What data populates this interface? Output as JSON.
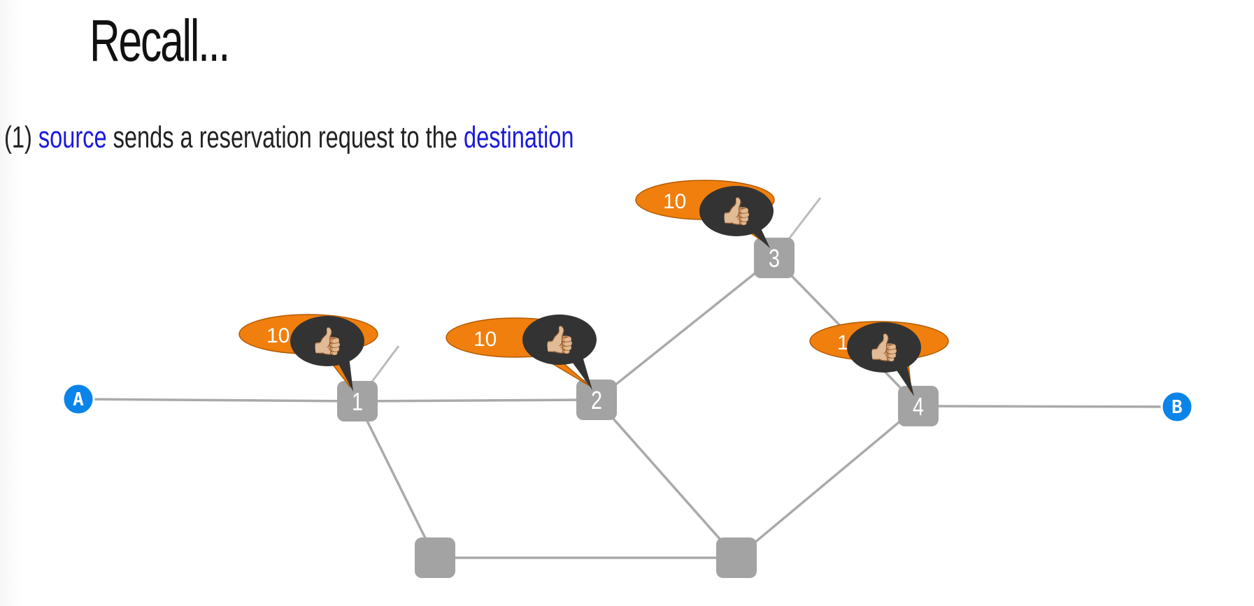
{
  "slide": {
    "title": "Recall...",
    "caption": {
      "prefix": "(1) ",
      "source": "source",
      "middle": " sends a reservation request to the ",
      "destination": "destination",
      "highlight_color": "#1a1adb"
    }
  },
  "diagram": {
    "colors": {
      "link": "#aaaaaa",
      "router": "#a3a3a3",
      "endpoint": "#0a84e8",
      "capacity_badge": "#f07f0e",
      "approval_bubble": "#333333"
    },
    "endpoints": [
      {
        "id": "A",
        "label": "A"
      },
      {
        "id": "B",
        "label": "B"
      }
    ],
    "routers": [
      {
        "id": "r1",
        "label": "1"
      },
      {
        "id": "r2",
        "label": "2"
      },
      {
        "id": "r3",
        "label": "3"
      },
      {
        "id": "r4",
        "label": "4"
      },
      {
        "id": "r5",
        "label": ""
      },
      {
        "id": "r6",
        "label": ""
      }
    ],
    "links": [
      [
        "A",
        "r1"
      ],
      [
        "r1",
        "r2"
      ],
      [
        "r2",
        "r3"
      ],
      [
        "r3",
        "r4"
      ],
      [
        "r4",
        "B"
      ],
      [
        "r1",
        "r5"
      ],
      [
        "r5",
        "r6"
      ],
      [
        "r2",
        "r6"
      ],
      [
        "r6",
        "r4"
      ]
    ],
    "capacity_badges": [
      {
        "router": "r1",
        "text": "10"
      },
      {
        "router": "r2",
        "text": "10"
      },
      {
        "router": "r3",
        "text": "10"
      },
      {
        "router": "r4",
        "text": "10"
      }
    ],
    "approvals": [
      {
        "router": "r1",
        "icon": "thumbs-up-icon",
        "glyph": "👍🏼"
      },
      {
        "router": "r2",
        "icon": "thumbs-up-icon",
        "glyph": "👍🏼"
      },
      {
        "router": "r3",
        "icon": "thumbs-up-icon",
        "glyph": "👍🏼"
      },
      {
        "router": "r4",
        "icon": "thumbs-up-icon",
        "glyph": "👍🏼"
      }
    ]
  }
}
